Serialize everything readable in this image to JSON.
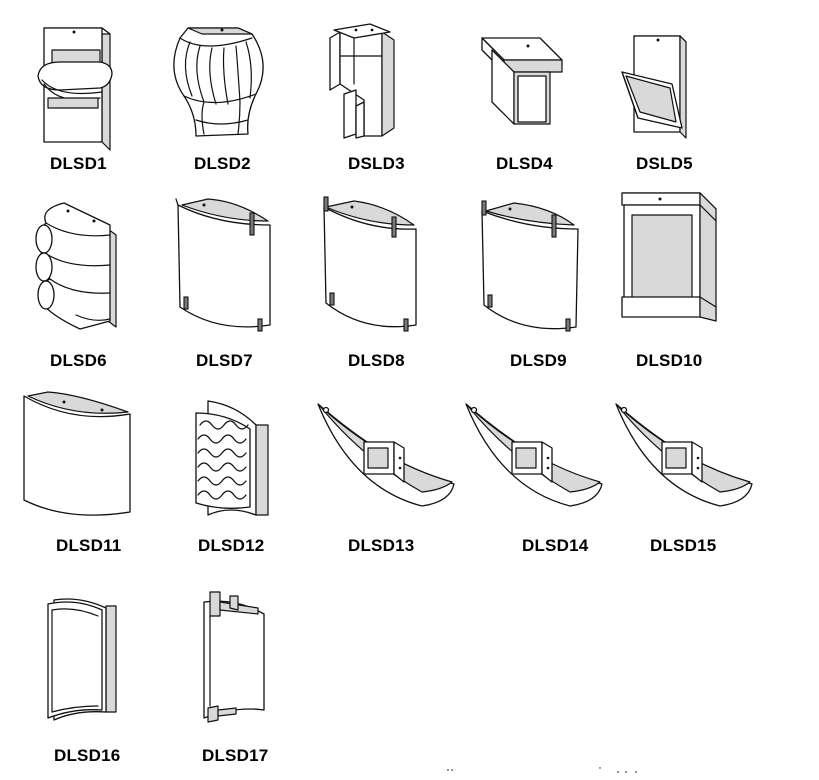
{
  "fixtures": [
    {
      "id": "DLSD1",
      "label": "DLSD1",
      "icon": "rectangular-box-scoop-sconce-icon"
    },
    {
      "id": "DLSD2",
      "label": "DLSD2",
      "icon": "bulbous-ribbed-cage-sconce-icon"
    },
    {
      "id": "DSLD3",
      "label": "DSLD3",
      "icon": "split-panel-sconce-icon"
    },
    {
      "id": "DLSD4",
      "label": "DLSD4",
      "icon": "box-top-panel-sconce-icon"
    },
    {
      "id": "DSLD5",
      "label": "DSLD5",
      "icon": "tall-box-tray-sconce-icon"
    },
    {
      "id": "DLSD6",
      "label": "DLSD6",
      "icon": "rolled-scroll-sconce-icon"
    },
    {
      "id": "DLSD7",
      "label": "DLSD7",
      "icon": "curved-glass-shield-sconce-icon"
    },
    {
      "id": "DLSD8",
      "label": "DLSD8",
      "icon": "curved-glass-shield-sconce-icon"
    },
    {
      "id": "DLSD9",
      "label": "DLSD9",
      "icon": "curved-glass-shield-sconce-icon"
    },
    {
      "id": "DLSD10",
      "label": "DLSD10",
      "icon": "rectangular-lantern-sconce-icon"
    },
    {
      "id": "DLSD11",
      "label": "DLSD11",
      "icon": "wide-curved-shield-sconce-icon"
    },
    {
      "id": "DLSD12",
      "label": "DLSD12",
      "icon": "wave-pattern-cylinder-sconce-icon"
    },
    {
      "id": "DLSD13",
      "label": "DLSD13",
      "icon": "bowl-uplight-sconce-icon"
    },
    {
      "id": "DLSD14",
      "label": "DLSD14",
      "icon": "bowl-uplight-sconce-icon"
    },
    {
      "id": "DLSD15",
      "label": "DLSD15",
      "icon": "bowl-uplight-sconce-icon"
    },
    {
      "id": "DLSD16",
      "label": "DLSD16",
      "icon": "half-cylinder-framed-sconce-icon"
    },
    {
      "id": "DLSD17",
      "label": "DLSD17",
      "icon": "half-cylinder-bracket-sconce-icon"
    }
  ]
}
